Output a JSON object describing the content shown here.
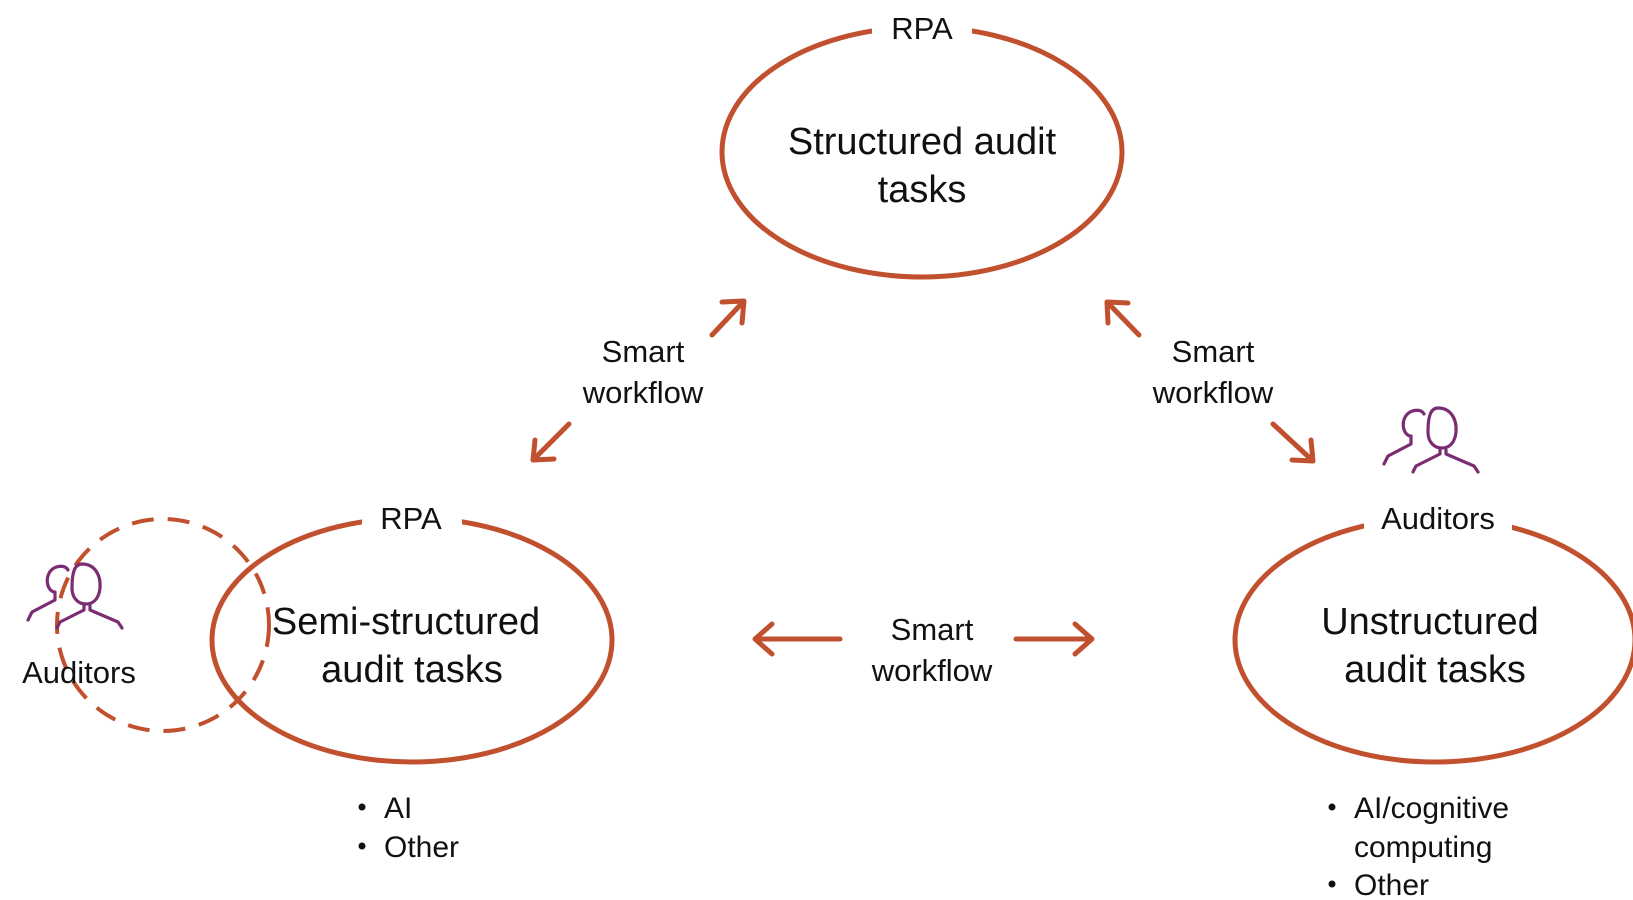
{
  "colors": {
    "accent": "#c0502e",
    "auditor_icon": "#7b2d73",
    "text": "#111111"
  },
  "nodes": {
    "structured": {
      "tag": "RPA",
      "line1": "Structured audit",
      "line2": "tasks"
    },
    "semi": {
      "tag": "RPA",
      "line1": "Semi-structured",
      "line2": "audit tasks",
      "bullets": [
        "AI",
        "Other"
      ]
    },
    "unstructured": {
      "line1": "Unstructured",
      "line2": "audit tasks",
      "bullets": [
        "AI/cognitive",
        "computing",
        "Other"
      ]
    }
  },
  "auditors": {
    "left_label": "Auditors",
    "right_label": "Auditors",
    "icon": "people-icon"
  },
  "edges": {
    "top_left": {
      "line1": "Smart",
      "line2": "workflow"
    },
    "top_right": {
      "line1": "Smart",
      "line2": "workflow"
    },
    "bottom": {
      "line1": "Smart",
      "line2": "workflow"
    }
  }
}
